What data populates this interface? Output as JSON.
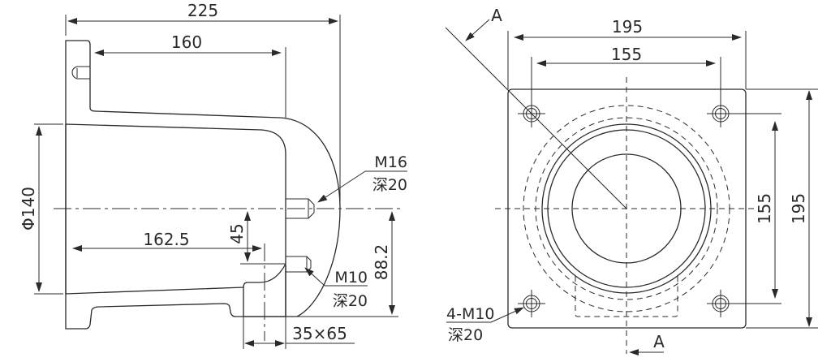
{
  "section_view": {
    "dims": {
      "overall_length": "225",
      "body_length": "160",
      "bore_diameter": "Φ140",
      "slot_offset_length": "162.5",
      "slot_offset_height": "45",
      "bottom_height": "88.2",
      "slot_size": "35×65"
    },
    "callouts": {
      "m16_thread": "M16",
      "m16_depth": "深20",
      "m10_thread": "M10",
      "m10_depth": "深20"
    }
  },
  "end_view": {
    "dims": {
      "width_overall": "195",
      "width_bolt_pitch": "155",
      "height_bolt_pitch": "155",
      "height_overall": "195"
    },
    "callouts": {
      "bolt_holes": "4-M10",
      "bolt_depth": "深20"
    },
    "section_marks": {
      "top": "A",
      "bottom": "A"
    }
  }
}
